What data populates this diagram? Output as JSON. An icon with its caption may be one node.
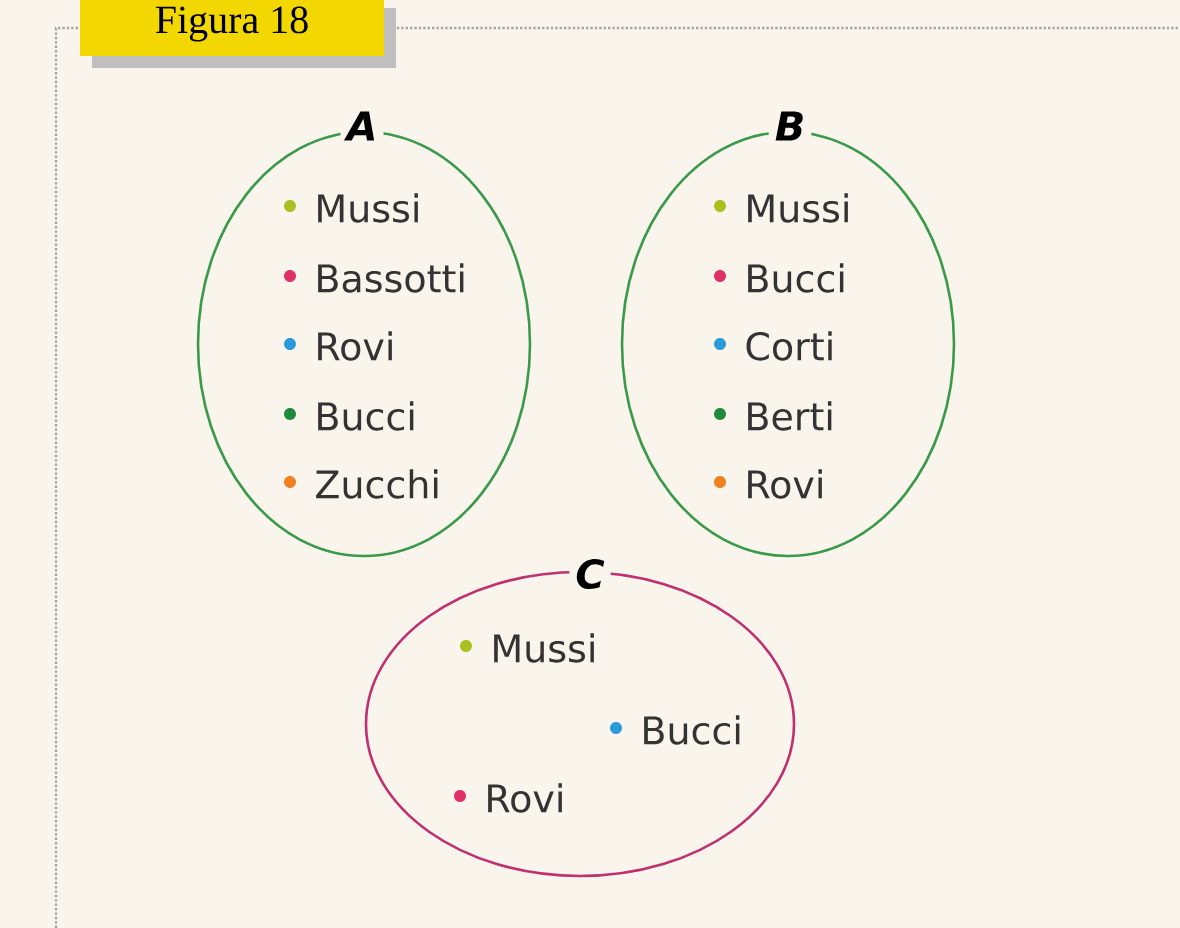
{
  "diagram": {
    "title": "Figura 18",
    "nodes": [
      {
        "text": [
          "A",
          "Mussi",
          "Bassotti",
          "Rovi",
          "Bucci",
          "Zucchi"
        ]
      },
      {
        "text": [
          "B",
          "Mussi",
          "Bucci",
          "Corti",
          "Berti",
          "Rovi"
        ]
      },
      {
        "text": [
          "C",
          "Mussi",
          "Bucci",
          "Rovi"
        ]
      }
    ]
  }
}
